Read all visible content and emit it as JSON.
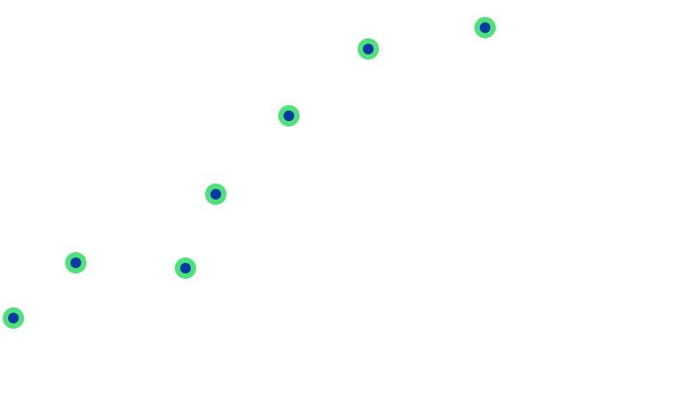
{
  "chart_data": {
    "type": "scatter",
    "title": "",
    "xlabel": "",
    "ylabel": "",
    "grid": false,
    "axes_visible": false,
    "xlim": [
      -15,
      742
    ],
    "ylim": [
      -92,
      357
    ],
    "series": [
      {
        "name": "points",
        "x": [
          0,
          70,
          193,
          227,
          309,
          398,
          529
        ],
        "y": [
          0,
          62,
          56,
          139,
          227,
          302,
          326
        ],
        "marker_outer_color": "#4fe27a",
        "marker_inner_color": "#0a3aa6"
      }
    ]
  }
}
